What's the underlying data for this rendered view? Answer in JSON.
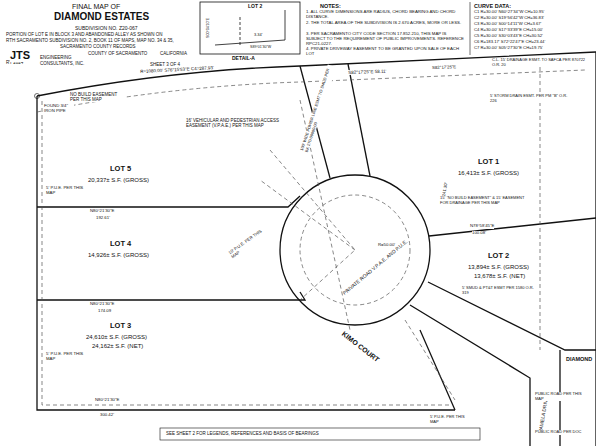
{
  "diagram": {
    "title": "DIAMOND ESTATES",
    "labels": [
      "FINAL MAP OF",
      "SUBDIVISION NO. Z20-067",
      "PORTION OF LOT E IN BLOCK 3 AND ABANDONED ALLEY AS SHOWN ON",
      "RTH SACRAMENTO SUBDIVISION NO. 2, BOOK 11 OF MAPS, MAP NO. 34 & 35,",
      "SACRAMENTO COUNTY RECORDS",
      "COUNTY OF SACRAMENTO",
      "CALIFORNIA",
      "RY 2024",
      "JTS",
      "ENGINEERING",
      "CONSULTANTS, INC.",
      "SHEET 3 OF 4",
      "DETAIL-A",
      "LOT 2",
      "3.34'",
      "S89°01'30\"W",
      "S00°04'10\"E",
      "NOTES:",
      "1. ALL CURVE DIMENSIONS ARE RADIUS, CHORD BEARING AND CHORD DISTANCE.",
      "2. THE TOTAL AREA OF THE SUBDIVISION IS 2.670 ACRES, MORE OR LESS.",
      "3. PER SACRAMENTO CITY CODE SECTION 17.852.210, THIS MAP IS SUBJECT TO THE REQUIREMENT OF PUBLIC IMPROVEMENTS. REFERENCE RPC21-0227.",
      "4. PRIVATE DRIVEWAY EASEMENT TO BE GRANTED UPON SALE OF EACH LOT",
      "CURVE DATA:",
      "C1 R=30.00' N60°27'34\"W CH=10.95'",
      "C2 R=30.00' S19°56'42\"W CH=36.83'",
      "C3 R=30.00' S00°14'11\"W CH=3.67'",
      "C4 R=30.00' S17°33'39\"E CH=15.00'",
      "C5 R=30.00' S30°03'43\"E CH=30.52'",
      "C6 R=183.17' S72°22'47\"E CH=23.44'",
      "C7 R=30.00' S05°27'30\"E CH=19.75'",
      "R=1080.00' S76°15'53\"E C4=287.93'",
      "S82°17'25\"E 58.11'",
      "S82°17'25\"E",
      "NO BUILD EASEMENT PER THIS MAP",
      "FOUND 3/4\" IRON PIPE",
      "16' VEHICULAR AND PEDESTRIAN ACCESS EASEMENT (V.P.A.E.) PER THIS MAP",
      "100' WIDE POWER LINE ESMT TO SMUD PER BK 270-00000-00",
      "LOT 5",
      "20,337± S.F. (GROSS)",
      "5' P.U.E. PER THIS MAP",
      "N80°21'30\"E",
      "192.61'",
      "LOT 4",
      "14,926± S.F. (GROSS)",
      "10' P.U.E. PER THIS MAP",
      "N80°21'30\"E",
      "174.09",
      "LOT 3",
      "24,610± S.F. (GROSS)",
      "24,162± S.F. (NET)",
      "5' P.U.E. PER THIS MAP",
      "N80°21'30\"E",
      "300.42'",
      "LOT 1",
      "16,413± S.F. (GROSS)",
      "5' STORM DRAIN ESMT. PER PM \"B\" O.R. 226",
      "C.L. 15' DRAINAGE ESMT. TO SAFCA PER 870722 O.R. 20",
      "15' \"NO BUILD EASEMENT\" & 15' EASEMENT FOR DRAINAGE PER THIS MAP",
      "N78°58'45\"E",
      "100.08'",
      "LOT 2",
      "13,894± S.F. (GROSS)",
      "13,678± S.F. (NET)",
      "5' SMUD & PT&T ESMT PER 1580 O.R. 319",
      "241.30'",
      "R=50.00'",
      "PRIVATE ROAD V.P.A.E. AND P.U.E.",
      "KIMO COURT",
      "PAMELA DRIVE",
      "DIAMOND",
      "PUBLIC ROAD PER THIS MAP",
      "PUBLIC ROAD PER DOC",
      "5' P.U.E. PER THIS MAP",
      "SEE SHEET 2 FOR LEGENDS, REFERENCES AND BASIS OF BEARINGS"
    ]
  }
}
